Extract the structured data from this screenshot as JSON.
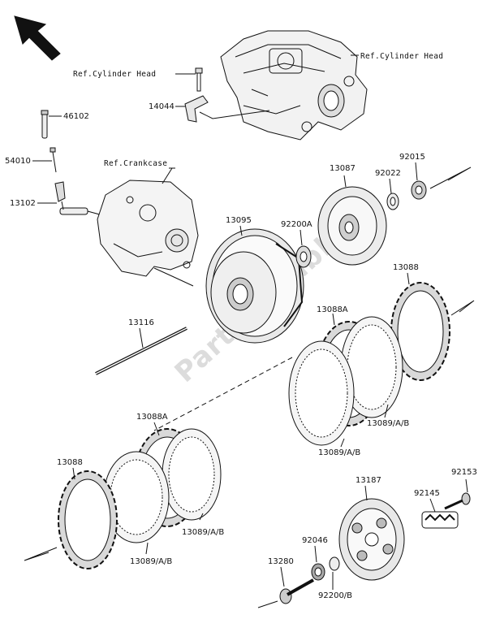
{
  "watermark": "PartsRepublik",
  "refs": {
    "cyl_head_left": "Ref.Cylinder Head",
    "cyl_head_right": "Ref.Cylinder Head",
    "crankcase": "Ref.Crankcase"
  },
  "parts": {
    "p46102": "46102",
    "p14044": "14044",
    "p54010": "54010",
    "p13102": "13102",
    "p13087": "13087",
    "p92022": "92022",
    "p92015": "92015",
    "p13095": "13095",
    "p92200A": "92200A",
    "p13088_right": "13088",
    "p13088A_right": "13088A",
    "p13116": "13116",
    "p13089_right_low": "13089/A/B",
    "p13089_right_mid": "13089/A/B",
    "p13088A_left": "13088A",
    "p13088_left": "13088",
    "p13089_left_low": "13089/A/B",
    "p13089_left_mid": "13089/A/B",
    "p13187": "13187",
    "p92153": "92153",
    "p92145": "92145",
    "p92046": "92046",
    "p13280": "13280",
    "p92200B": "92200/B"
  }
}
